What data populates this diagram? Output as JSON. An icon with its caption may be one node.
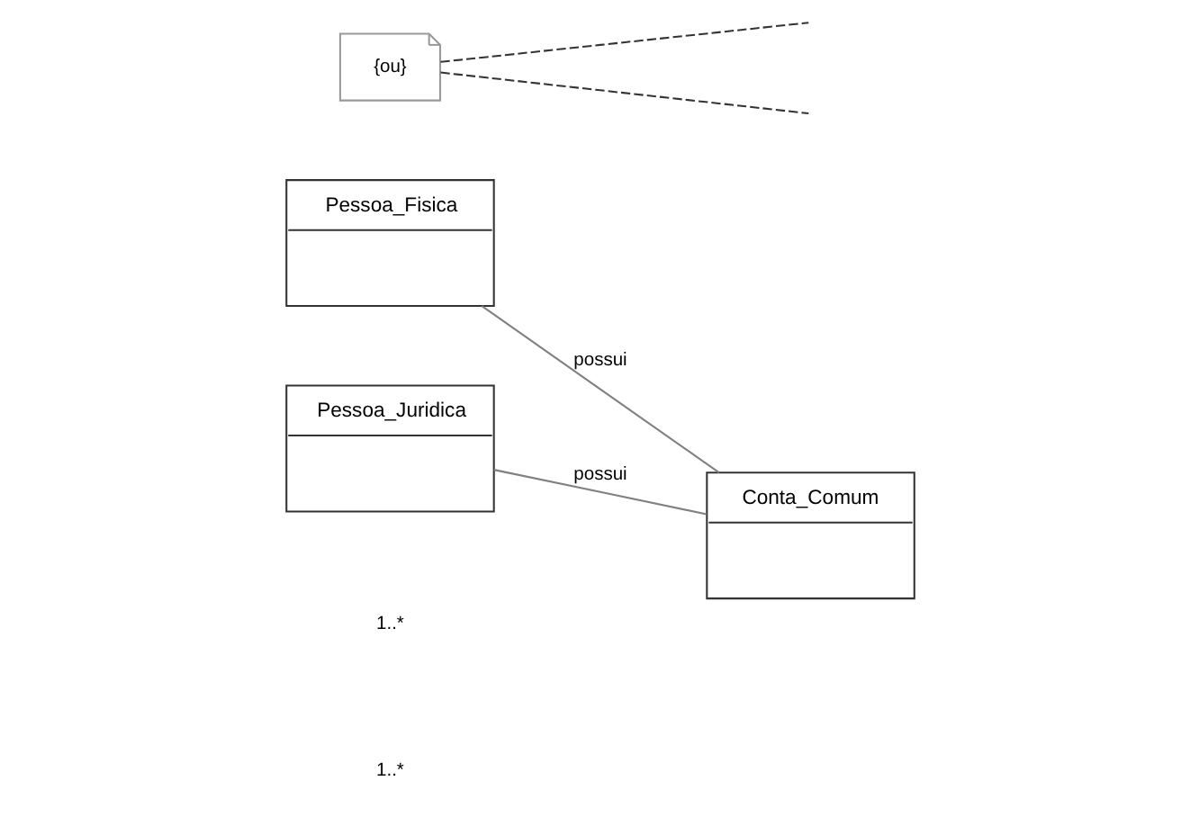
{
  "diagram": {
    "nodes": [
      {
        "text": [
          "Pessoa_Fisica"
        ]
      },
      {
        "text": [
          "Conta_Comum"
        ]
      },
      {
        "text": [
          "{ou}"
        ]
      },
      {
        "text": [
          "Pessoa_Juridica"
        ]
      }
    ],
    "edges": [
      {
        "from": 0,
        "to": 1,
        "arrow": "none",
        "label": "possui"
      },
      {
        "from": 3,
        "to": 1,
        "arrow": "none",
        "label": "possui"
      },
      {
        "from": 2,
        "to": null,
        "arrow": "none",
        "style": "dashed"
      },
      {
        "from": 2,
        "to": null,
        "arrow": "none",
        "style": "dashed"
      }
    ],
    "labels": [
      "1..*",
      "1..*"
    ]
  }
}
